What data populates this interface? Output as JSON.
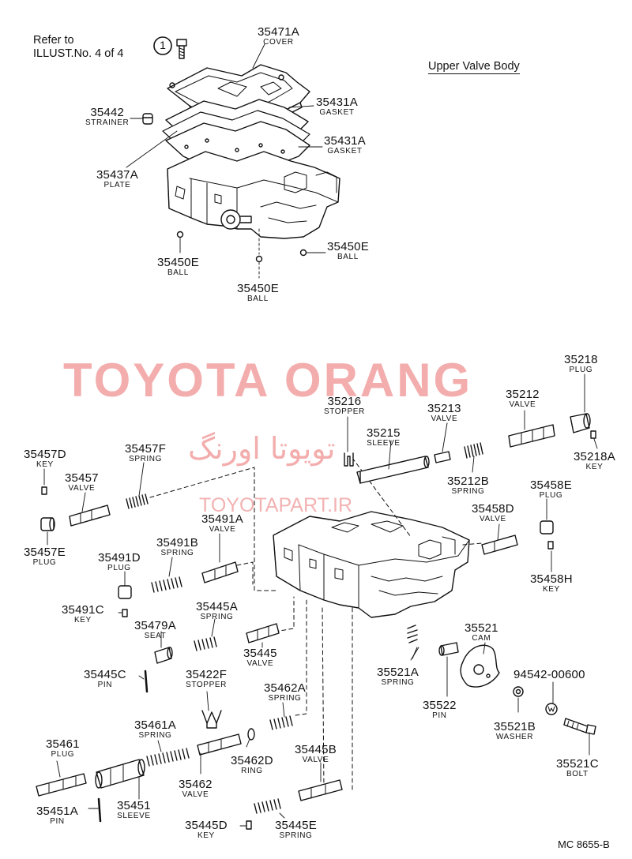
{
  "diagram": {
    "title": "Upper Valve Body",
    "refer_lines": [
      "Refer to",
      "ILLUST.No. 4 of 4"
    ],
    "refer_circle": "1",
    "watermark_en": "TOYOTA ORANG",
    "watermark_fa": "تويوتا اورنگ",
    "watermark_site": "TOYOTAPART.IR",
    "drawing_code": "MC 8655-B",
    "parts": [
      {
        "id": "35471A",
        "name": "COVER"
      },
      {
        "id": "35442",
        "name": "STRAINER"
      },
      {
        "id": "35431A",
        "name": "GASKET"
      },
      {
        "id": "35431A",
        "name": "GASKET"
      },
      {
        "id": "35437A",
        "name": "PLATE"
      },
      {
        "id": "35450E",
        "name": "BALL"
      },
      {
        "id": "35450E",
        "name": "BALL"
      },
      {
        "id": "35450E",
        "name": "BALL"
      },
      {
        "id": "35218",
        "name": "PLUG"
      },
      {
        "id": "35212",
        "name": "VALVE"
      },
      {
        "id": "35216",
        "name": "STOPPER"
      },
      {
        "id": "35213",
        "name": "VALVE"
      },
      {
        "id": "35215",
        "name": "SLEEVE"
      },
      {
        "id": "35218A",
        "name": "KEY"
      },
      {
        "id": "35212B",
        "name": "SPRING"
      },
      {
        "id": "35457D",
        "name": "KEY"
      },
      {
        "id": "35457F",
        "name": "SPRING"
      },
      {
        "id": "35457",
        "name": "VALVE"
      },
      {
        "id": "35458E",
        "name": "PLUG"
      },
      {
        "id": "35458D",
        "name": "VALVE"
      },
      {
        "id": "35491A",
        "name": "VALVE"
      },
      {
        "id": "35457E",
        "name": "PLUG"
      },
      {
        "id": "35491B",
        "name": "SPRING"
      },
      {
        "id": "35491D",
        "name": "PLUG"
      },
      {
        "id": "35458H",
        "name": "KEY"
      },
      {
        "id": "35445A",
        "name": "SPRING"
      },
      {
        "id": "35491C",
        "name": "KEY"
      },
      {
        "id": "35479A",
        "name": "SEAT"
      },
      {
        "id": "35521",
        "name": "CAM"
      },
      {
        "id": "35445",
        "name": "VALVE"
      },
      {
        "id": "35445C",
        "name": "PIN"
      },
      {
        "id": "35422F",
        "name": "STOPPER"
      },
      {
        "id": "35521A",
        "name": "SPRING"
      },
      {
        "id": "94542-00600",
        "name": ""
      },
      {
        "id": "35462A",
        "name": "SPRING"
      },
      {
        "id": "35522",
        "name": "PIN"
      },
      {
        "id": "35461A",
        "name": "SPRING"
      },
      {
        "id": "35521B",
        "name": "WASHER"
      },
      {
        "id": "35461",
        "name": "PLUG"
      },
      {
        "id": "35445B",
        "name": "VALVE"
      },
      {
        "id": "35462D",
        "name": "RING"
      },
      {
        "id": "35521C",
        "name": "BOLT"
      },
      {
        "id": "35462",
        "name": "VALVE"
      },
      {
        "id": "35451",
        "name": "SLEEVE"
      },
      {
        "id": "35451A",
        "name": "PIN"
      },
      {
        "id": "35445D",
        "name": "KEY"
      },
      {
        "id": "35445E",
        "name": "SPRING"
      }
    ]
  }
}
